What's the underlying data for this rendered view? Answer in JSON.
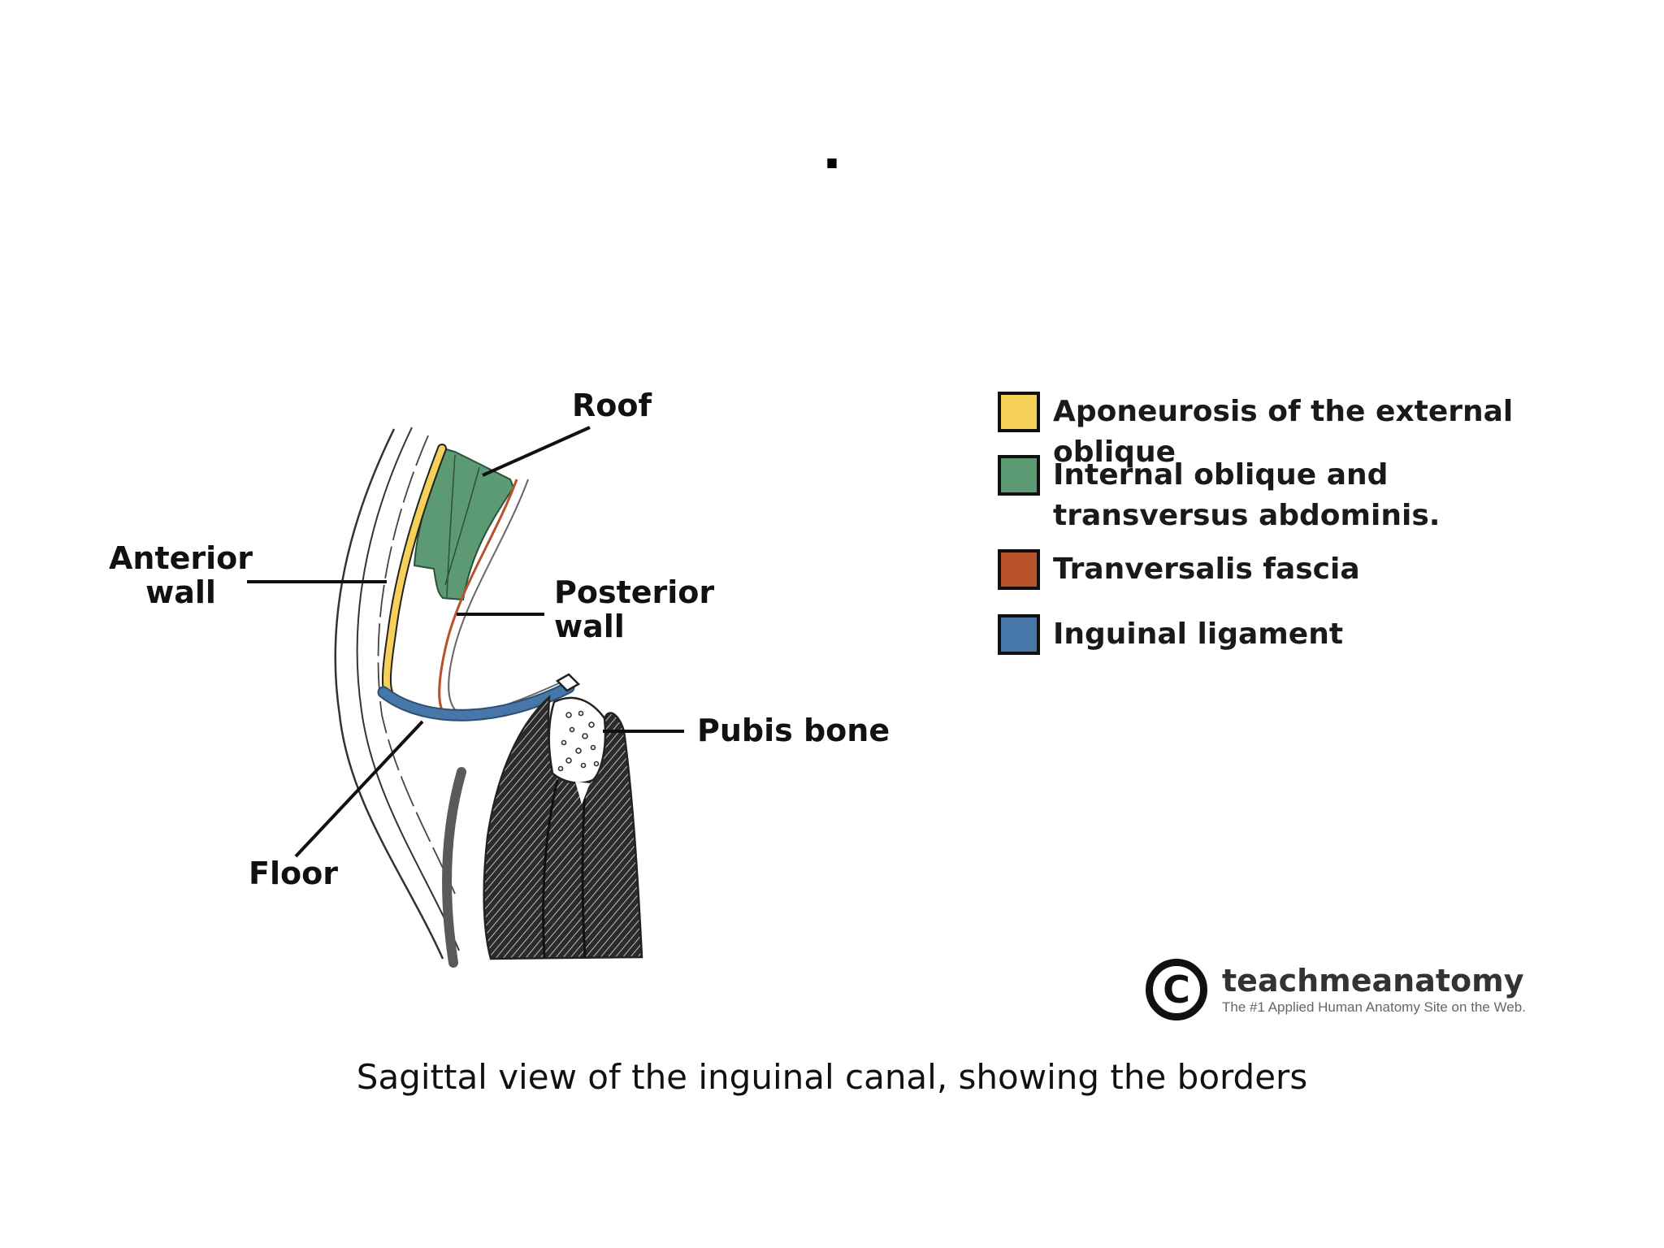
{
  "slide": {
    "title": ".",
    "caption": "Sagittal view of the inguinal canal, showing the borders"
  },
  "diagram": {
    "labels": {
      "roof": "Roof",
      "anterior_wall_1": "Anterior",
      "anterior_wall_2": "wall",
      "posterior_wall_1": "Posterior",
      "posterior_wall_2": "wall",
      "pubis_bone": "Pubis bone",
      "floor": "Floor"
    },
    "colors": {
      "aponeurosis": "#f7d05a",
      "internal_oblique": "#5b9a73",
      "transversalis": "#b8522a",
      "inguinal_ligament": "#4677a8",
      "muscle_dark": "#4a4a4a",
      "outline": "#222222"
    }
  },
  "legend": {
    "items": [
      {
        "label": "Aponeurosis of the external oblique",
        "color": "#f7d05a"
      },
      {
        "label": "Internal oblique and transversus abdominis.",
        "color": "#5b9a73"
      },
      {
        "label": "Tranversalis fascia",
        "color": "#b8522a"
      },
      {
        "label": "Inguinal ligament",
        "color": "#4677a8"
      }
    ]
  },
  "logo": {
    "symbol": "C",
    "name": "teachmeanatomy",
    "tagline": "The #1 Applied Human Anatomy Site on the Web."
  }
}
